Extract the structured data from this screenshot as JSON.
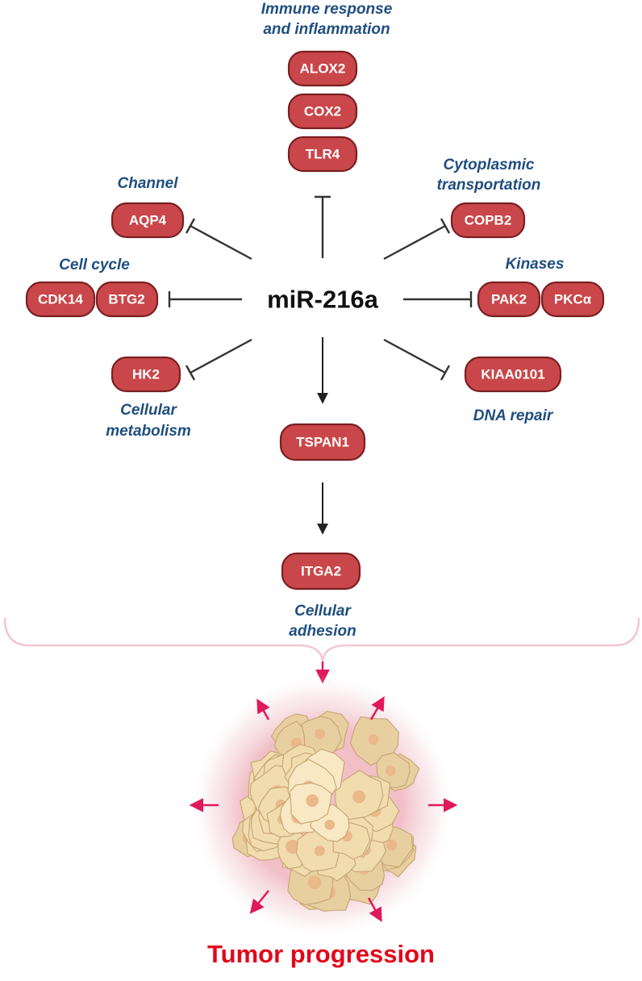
{
  "center": "miR-216a",
  "genes": {
    "alox2": "ALOX2",
    "cox2": "COX2",
    "tlr4": "TLR4",
    "aqp4": "AQP4",
    "cdk14": "CDK14",
    "btg2": "BTG2",
    "hk2": "HK2",
    "copb2": "COPB2",
    "pak2": "PAK2",
    "pkca": "PKCα",
    "kiaa0101": "KIAA0101",
    "tspan1": "TSPAN1",
    "itga2": "ITGA2"
  },
  "categories": {
    "immune_1": "Immune response",
    "immune_2": "and inflammation",
    "channel": "Channel",
    "cell_cycle": "Cell cycle",
    "metabolism_1": "Cellular",
    "metabolism_2": "metabolism",
    "cytoplasmic_1": "Cytoplasmic",
    "cytoplasmic_2": "transportation",
    "kinases": "Kinases",
    "dna_repair": "DNA repair",
    "adhesion_1": "Cellular",
    "adhesion_2": "adhesion"
  },
  "outcome": "Tumor progression",
  "colors": {
    "gene_fill": "#c9474a",
    "gene_stroke": "#7a1f22",
    "category_text": "#1f4e80",
    "outcome_text": "#e3061a",
    "outcome_arrows": "#e0195a",
    "bracket": "#f2c7cf"
  }
}
